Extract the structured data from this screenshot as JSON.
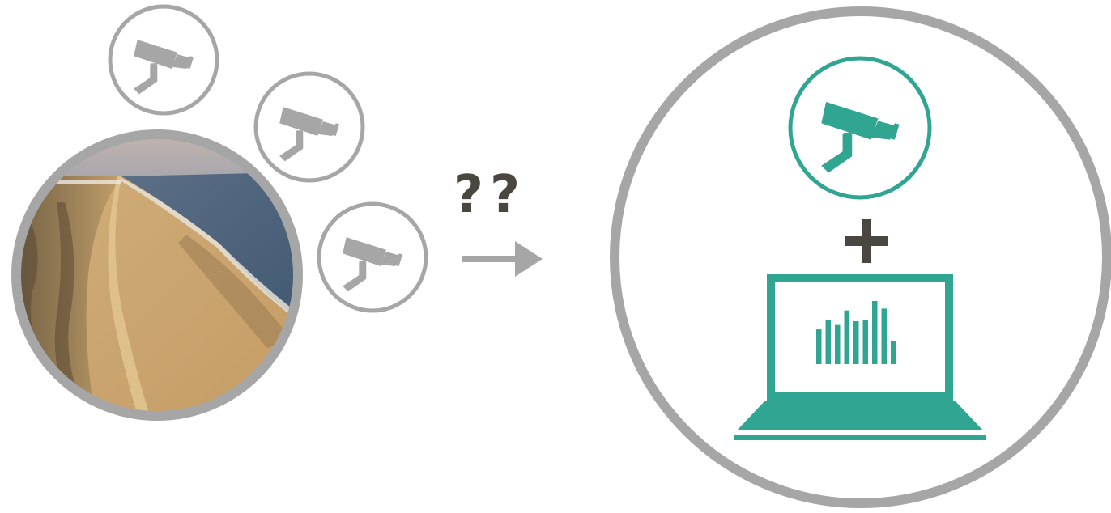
{
  "diagram": {
    "question_marks": "??",
    "icons": {
      "left_cameras": [
        "camera-icon",
        "camera-icon",
        "camera-icon"
      ],
      "beach_photo": "aerial-beach-photo",
      "arrow": "arrow-right-icon",
      "right_camera": "camera-icon",
      "plus": "plus-icon",
      "laptop": "laptop-chart-icon"
    },
    "colors": {
      "gray": "#a6a6a6",
      "teal": "#2fa592",
      "dark": "#4a4640"
    },
    "laptop_chart_bars": [
      0.55,
      0.7,
      0.62,
      0.85,
      0.68,
      0.7,
      1.0,
      0.88,
      0.36
    ]
  }
}
